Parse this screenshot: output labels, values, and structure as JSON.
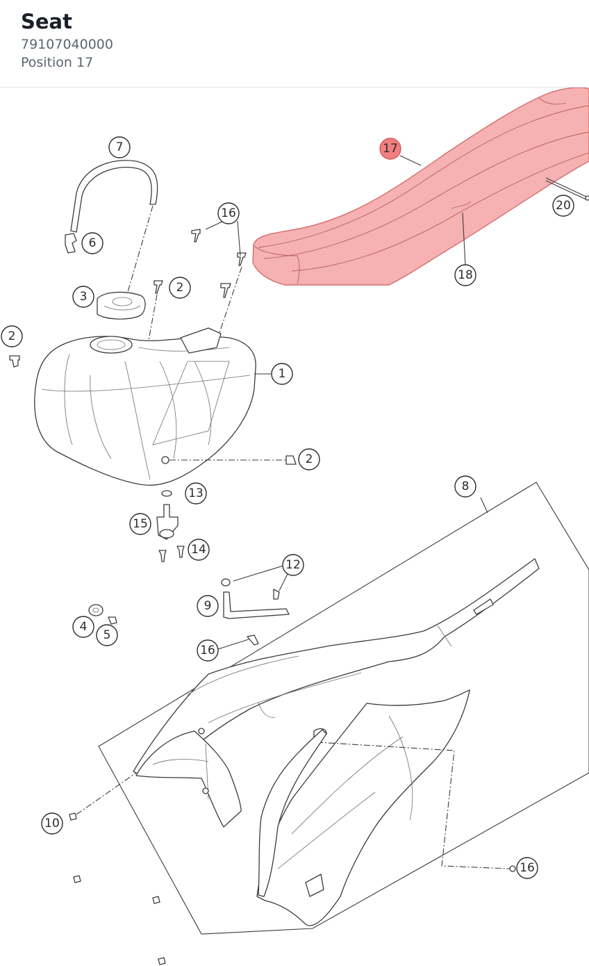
{
  "header": {
    "title": "Seat",
    "part_number": "79107040000",
    "position": "Position 17"
  },
  "diagram": {
    "highlight_color": "#f4a4a4",
    "selected_callout": "17",
    "callouts": [
      {
        "id": "c17",
        "label": "17",
        "active": true
      },
      {
        "id": "c18",
        "label": "18"
      },
      {
        "id": "c20",
        "label": "20"
      },
      {
        "id": "c7",
        "label": "7"
      },
      {
        "id": "c6",
        "label": "6"
      },
      {
        "id": "c16a",
        "label": "16"
      },
      {
        "id": "c3",
        "label": "3"
      },
      {
        "id": "c2a",
        "label": "2"
      },
      {
        "id": "c2b",
        "label": "2"
      },
      {
        "id": "c1",
        "label": "1"
      },
      {
        "id": "c2c",
        "label": "2"
      },
      {
        "id": "c13",
        "label": "13"
      },
      {
        "id": "c15",
        "label": "15"
      },
      {
        "id": "c14",
        "label": "14"
      },
      {
        "id": "c8",
        "label": "8"
      },
      {
        "id": "c12",
        "label": "12"
      },
      {
        "id": "c9",
        "label": "9"
      },
      {
        "id": "c4",
        "label": "4"
      },
      {
        "id": "c5",
        "label": "5"
      },
      {
        "id": "c16b",
        "label": "16"
      },
      {
        "id": "c10",
        "label": "10"
      },
      {
        "id": "c16c",
        "label": "16"
      }
    ]
  }
}
